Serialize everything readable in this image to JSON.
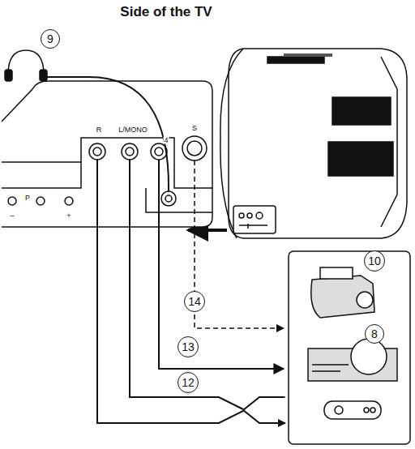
{
  "diagram": {
    "title": "Side of the TV",
    "labels": [
      "9",
      "10",
      "8",
      "14",
      "13",
      "12",
      "R",
      "L/MONO",
      "S",
      "4",
      "P",
      "–",
      "+"
    ]
  }
}
